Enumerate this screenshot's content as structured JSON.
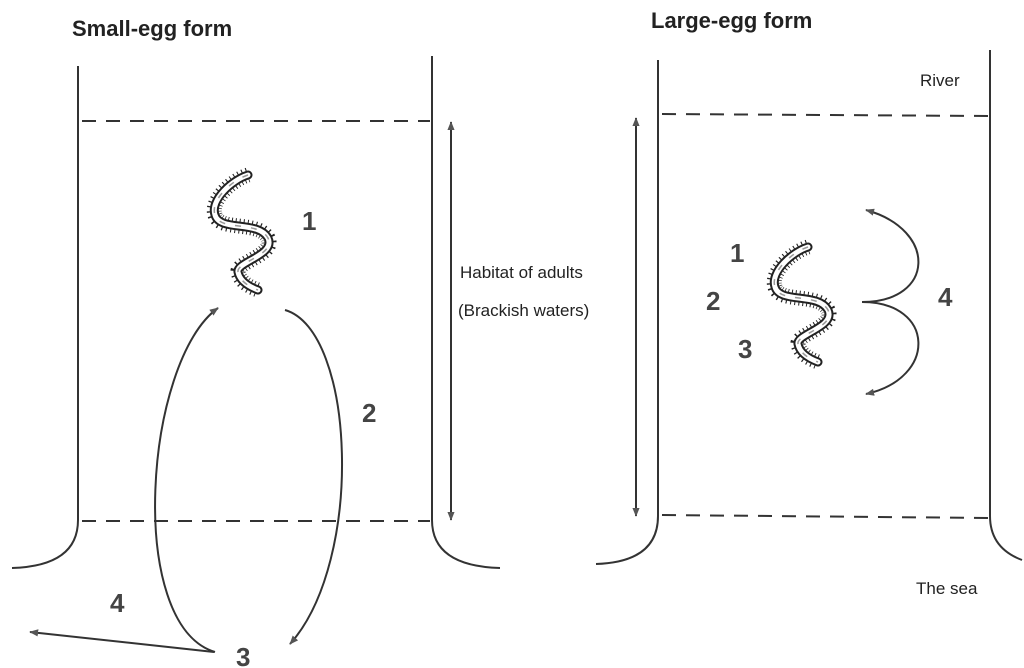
{
  "panels": {
    "small_egg": {
      "title": "Small-egg form",
      "stages": [
        "1",
        "2",
        "3",
        "4"
      ]
    },
    "large_egg": {
      "title": "Large-egg form",
      "stages": [
        "1",
        "2",
        "3",
        "4"
      ]
    }
  },
  "labels": {
    "habitat_line1": "Habitat of adults",
    "habitat_line2": "(Brackish waters)",
    "river": "River",
    "sea": "The sea"
  },
  "icons": {
    "worm": "polychaete-worm-icon",
    "arrowhead": "arrowhead-icon"
  },
  "colors": {
    "line": "#333333",
    "text": "#222222",
    "stage_number": "#444444",
    "background": "#ffffff"
  }
}
